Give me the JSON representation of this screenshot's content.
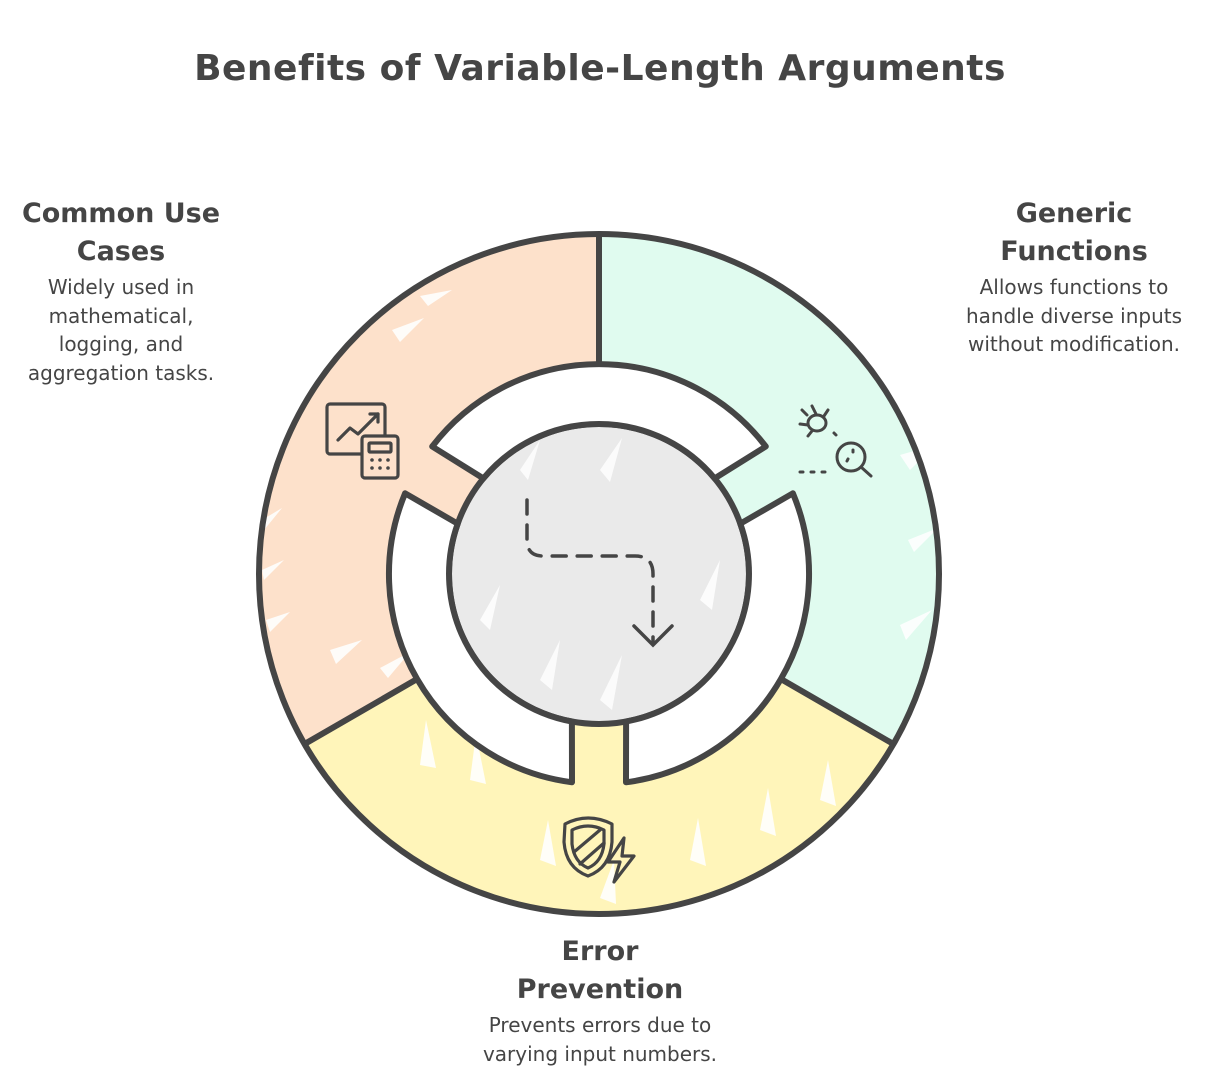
{
  "title": "Benefits of Variable-Length Arguments",
  "colors": {
    "stroke": "#454545",
    "common_use_cases": "#FDE1CB",
    "generic_functions": "#E0FBEF",
    "error_prevention": "#FFF5BA",
    "center": "#EAEAEA",
    "inner_ring": "#FFFFFF"
  },
  "segments": [
    {
      "id": "common-use-cases",
      "title_line1": "Common Use",
      "title_line2": "Cases",
      "description": [
        "Widely used in",
        "mathematical,",
        "logging, and",
        "aggregation tasks."
      ],
      "icon": "chart-calculator-icon",
      "position": "left"
    },
    {
      "id": "generic-functions",
      "title_line1": "Generic",
      "title_line2": "Functions",
      "description": [
        "Allows functions to",
        "handle diverse inputs",
        "without modification."
      ],
      "icon": "bug-search-icon",
      "position": "right"
    },
    {
      "id": "error-prevention",
      "title_line1": "Error",
      "title_line2": "Prevention",
      "description": [
        "Prevents errors due to",
        "varying input numbers."
      ],
      "icon": "shield-lightning-icon",
      "position": "bottom"
    }
  ],
  "center": {
    "icon": "dashed-path-arrow-icon"
  }
}
